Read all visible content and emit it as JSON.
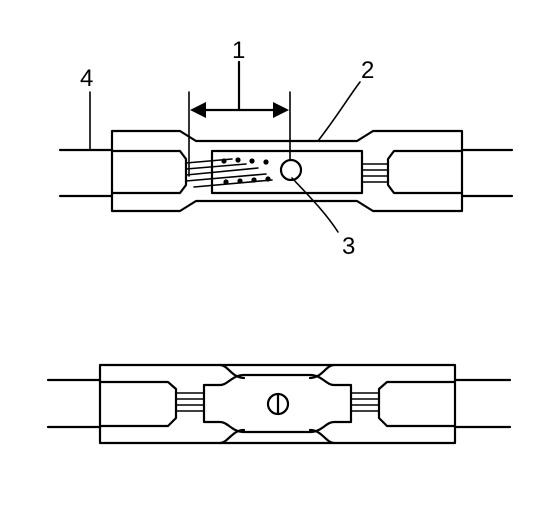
{
  "callouts": {
    "dimension": "1",
    "sleeve": "2",
    "crimp_window": "3",
    "wire": "4"
  }
}
